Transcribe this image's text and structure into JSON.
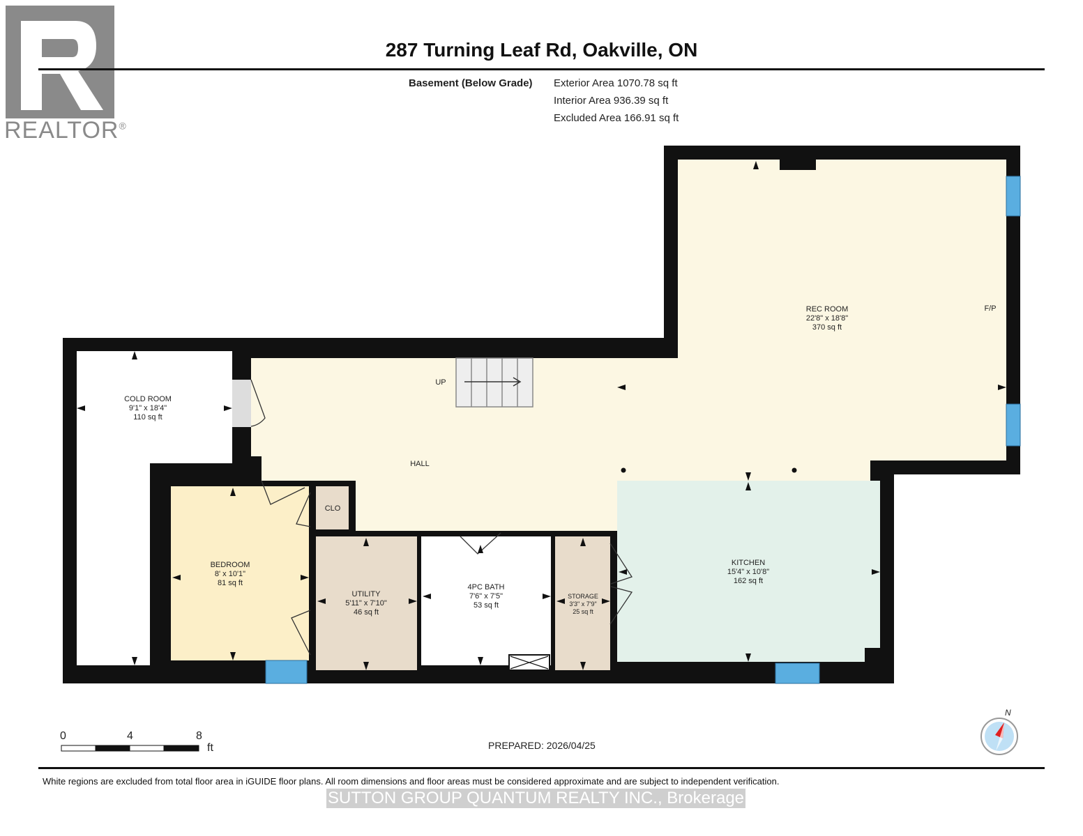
{
  "header": {
    "title": "287 Turning Leaf Rd, Oakville, ON",
    "floor_label": "Basement (Below Grade)",
    "exterior_area": "Exterior Area 1070.78 sq ft",
    "interior_area": "Interior Area 936.39 sq ft",
    "excluded_area": "Excluded Area 166.91 sq ft"
  },
  "logo": {
    "text": "REALTOR",
    "mark": "®"
  },
  "rooms": {
    "rec_room": {
      "name": "REC ROOM",
      "dims": "22'8\" x 18'8\"",
      "area": "370 sq ft"
    },
    "fireplace": "F/P",
    "cold_room": {
      "name": "COLD ROOM",
      "dims": "9'1\" x 18'4\"",
      "area": "110 sq ft"
    },
    "hall": {
      "name": "HALL"
    },
    "stairs": "UP",
    "closet": "CLO",
    "bedroom": {
      "name": "BEDROOM",
      "dims": "8' x 10'1\"",
      "area": "81 sq ft"
    },
    "utility": {
      "name": "UTILITY",
      "dims": "5'11\" x 7'10\"",
      "area": "46 sq ft"
    },
    "bath": {
      "name": "4PC BATH",
      "dims": "7'6\" x 7'5\"",
      "area": "53 sq ft"
    },
    "storage": {
      "name": "STORAGE",
      "dims": "3'3\" x 7'9\"",
      "area": "25 sq ft"
    },
    "kitchen": {
      "name": "KITCHEN",
      "dims": "15'4\" x 10'8\"",
      "area": "162 sq ft"
    }
  },
  "scale": {
    "ticks": [
      "0",
      "4",
      "8"
    ],
    "unit": "ft"
  },
  "compass": {
    "label": "N"
  },
  "prepared": "PREPARED: 2026/04/25",
  "footnote": "White regions are excluded from total floor area in iGUIDE floor plans. All room dimensions and floor areas must be considered approximate and are subject to independent verification.",
  "watermark": "SUTTON GROUP QUANTUM REALTY INC., Brokerage",
  "colors": {
    "wall": "#111111",
    "hall": "#fcf7e3",
    "bedroom": "#fcefc8",
    "utility": "#e8dccb",
    "kitchen": "#e3f1ea",
    "window": "#5aaee0"
  }
}
